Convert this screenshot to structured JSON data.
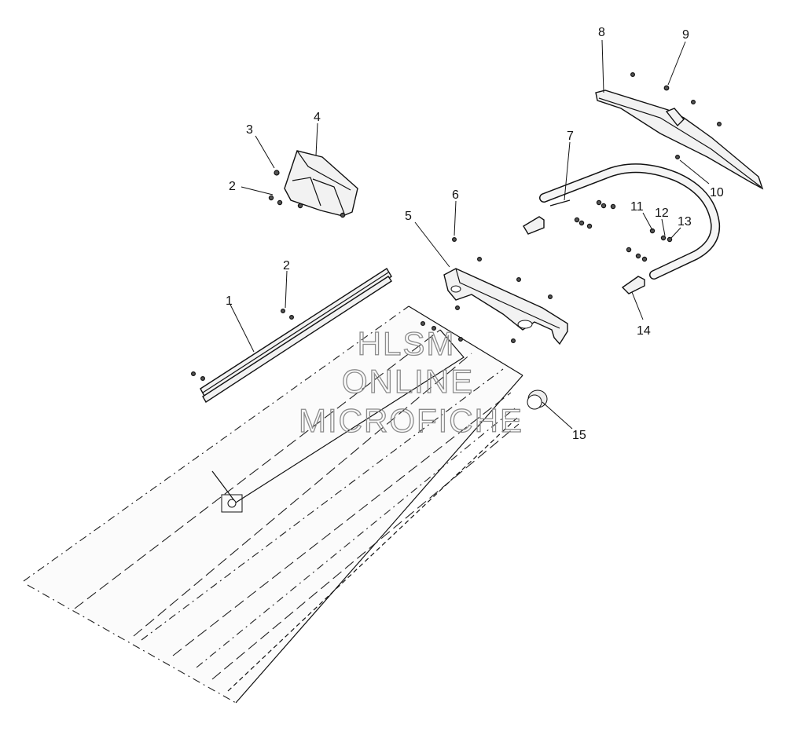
{
  "callouts": [
    {
      "label": "1"
    },
    {
      "label": "2"
    },
    {
      "label": "2"
    },
    {
      "label": "3"
    },
    {
      "label": "4"
    },
    {
      "label": "5"
    },
    {
      "label": "6"
    },
    {
      "label": "7"
    },
    {
      "label": "8"
    },
    {
      "label": "9"
    },
    {
      "label": "10"
    },
    {
      "label": "11"
    },
    {
      "label": "12"
    },
    {
      "label": "13"
    },
    {
      "label": "14"
    },
    {
      "label": "15"
    }
  ],
  "watermark": {
    "line1": "HLSM",
    "line2": "ONLINE",
    "line3": "MICROFICHE"
  }
}
